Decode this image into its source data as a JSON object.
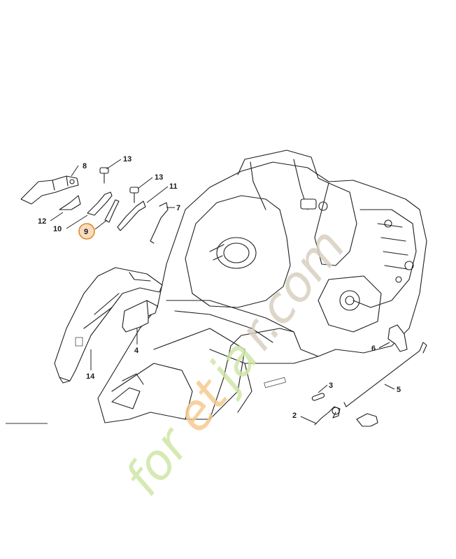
{
  "diagram": {
    "parts": [
      {
        "id": "p8",
        "label": "8"
      },
      {
        "id": "p13a",
        "label": "13"
      },
      {
        "id": "p13b",
        "label": "13"
      },
      {
        "id": "p11",
        "label": "11"
      },
      {
        "id": "p7",
        "label": "7"
      },
      {
        "id": "p12",
        "label": "12"
      },
      {
        "id": "p10",
        "label": "10"
      },
      {
        "id": "p9",
        "label": "9",
        "highlighted": true
      },
      {
        "id": "p4",
        "label": "4"
      },
      {
        "id": "p14",
        "label": "14"
      },
      {
        "id": "p6",
        "label": "6"
      },
      {
        "id": "p3",
        "label": "3"
      },
      {
        "id": "p5",
        "label": "5"
      },
      {
        "id": "p2",
        "label": "2"
      }
    ],
    "highlight_color": "#e08a2c"
  },
  "watermark": {
    "text_for": "for",
    "text_et": "et",
    "text_ja": "ja",
    "text_com": "r.com",
    "colors": {
      "green": "#cfe6a6",
      "orange": "#f6c98f",
      "grey": "#d8cfc0"
    }
  }
}
